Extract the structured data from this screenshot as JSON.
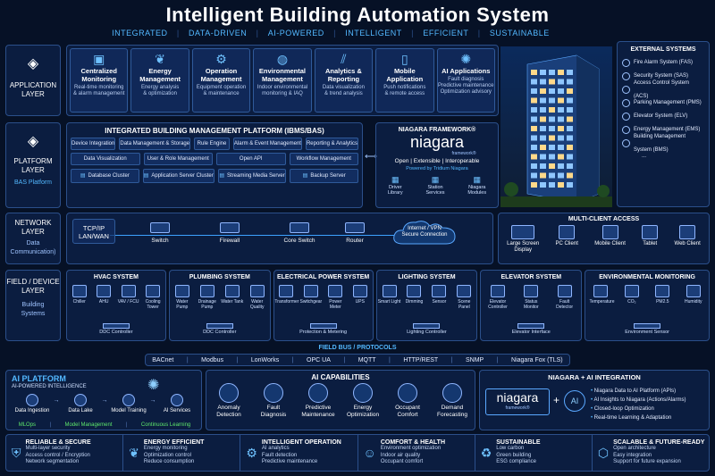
{
  "title": "Intelligent Building Automation System",
  "taglines": [
    "INTEGRATED",
    "DATA-DRIVEN",
    "AI-POWERED",
    "INTELLIGENT",
    "EFFICIENT",
    "SUSTAINABLE"
  ],
  "layers": {
    "application": [
      "APPLICATION",
      "LAYER"
    ],
    "platform": [
      "PLATFORM",
      "LAYER"
    ],
    "platform_sub": "BAS Platform",
    "network": [
      "NETWORK",
      "LAYER"
    ],
    "network_sub": [
      "Data",
      "Communication)"
    ],
    "field": [
      "FIELD / DEVICE",
      "LAYER"
    ],
    "field_sub": [
      "Building",
      "Systems"
    ]
  },
  "applications": [
    {
      "title": [
        "Centralized",
        "Monitoring"
      ],
      "desc": [
        "Real-time monitoring",
        "& alarm management"
      ]
    },
    {
      "title": [
        "Energy",
        "Management"
      ],
      "desc": [
        "Energy analysis",
        "& optimization"
      ]
    },
    {
      "title": [
        "Operation",
        "Management"
      ],
      "desc": [
        "Equipment operation",
        "& maintenance"
      ]
    },
    {
      "title": [
        "Environmental",
        "Management"
      ],
      "desc": [
        "Indoor environmental",
        "monitoring & IAQ"
      ]
    },
    {
      "title": [
        "Analytics &",
        "Reporting"
      ],
      "desc": [
        "Data visualization",
        "& trend analysis"
      ]
    },
    {
      "title": [
        "Mobile",
        "Application"
      ],
      "desc": [
        "Push notifications",
        "& remote access"
      ]
    },
    {
      "title": [
        "AI Applications"
      ],
      "desc": [
        "Fault diagnosis",
        "Predictive maintenance",
        "Optimization advisory"
      ]
    }
  ],
  "ibms": {
    "title": "INTEGRATED BUILDING MANAGEMENT PLATFORM (IBMS/BAS)",
    "row1": [
      "Device Integration",
      "Data Management & Storage",
      "Rule Engine",
      "Alarm & Event Management",
      "Reporting & Analytics"
    ],
    "row2": [
      "Data Visualization",
      "User & Role Management",
      "Open API",
      "Workflow Management"
    ],
    "row3": [
      "Database Cluster",
      "Application Server Cluster",
      "Streaming Media Server",
      "Backup Server"
    ]
  },
  "niagara": {
    "title": "NIAGARA FRAMEWORK®",
    "logo": "niagara",
    "framework": "framework®",
    "tagline": "Open | Extensible | Interoperable",
    "powered": "Powered by Tridium Niagara",
    "items": [
      [
        "Driver",
        "Library"
      ],
      [
        "Station",
        "Services"
      ],
      [
        "Niagara",
        "Modules"
      ]
    ]
  },
  "external": {
    "title": "EXTERNAL SYSTEMS",
    "items": [
      "Fire Alarm System (FAS)",
      "Security System (SAS)",
      "Access Control System (ACS)",
      "Parking Management (PMS)",
      "Elevator System (ELV)",
      "Energy Management (EMS)",
      "Building Management System (BMS)",
      "..."
    ]
  },
  "network": {
    "protocol": [
      "TCP/IP",
      "LAN/WAN"
    ],
    "nodes": [
      "Switch",
      "Firewall",
      "Core Switch",
      "Router"
    ],
    "cloud": [
      "Internet / VPN",
      "Secure Connection"
    ]
  },
  "clients": {
    "title": "MULTI-CLIENT ACCESS",
    "items": [
      [
        "Large Screen",
        "Display"
      ],
      [
        "PC Client"
      ],
      [
        "Mobile Client"
      ],
      [
        "Tablet"
      ],
      [
        "Web Client"
      ]
    ]
  },
  "field_systems": [
    {
      "title": "HVAC SYSTEM",
      "devices": [
        "Chiller",
        "AHU",
        "VAV / FCU",
        "Cooling Tower"
      ],
      "controller": "DDC Controller"
    },
    {
      "title": "PLUMBING SYSTEM",
      "devices": [
        "Water Pump",
        "Drainage Pump",
        "Water Tank",
        "Water Quality"
      ],
      "controller": "DDC Controller"
    },
    {
      "title": "ELECTRICAL POWER SYSTEM",
      "devices": [
        "Transformer",
        "Switchgear",
        "Power Meter",
        "UPS"
      ],
      "controller": "Protection & Metering"
    },
    {
      "title": "LIGHTING SYSTEM",
      "devices": [
        "Smart Light",
        "Dimming",
        "Sensor",
        "Scene Panel"
      ],
      "controller": "Lighting Controller"
    },
    {
      "title": "ELEVATOR SYSTEM",
      "devices": [
        "Elevator Controller",
        "Status Monitor",
        "Fault Detector"
      ],
      "controller": "Elevator Interface"
    },
    {
      "title": "ENVIRONMENTAL MONITORING",
      "devices": [
        "Temperature",
        "CO₂",
        "PM2.5",
        "Humidity"
      ],
      "controller": "Environment Sensor"
    }
  ],
  "fieldbus": {
    "title": "FIELD BUS / PROTOCOLS",
    "protocols": [
      "BACnet",
      "Modbus",
      "LonWorks",
      "OPC UA",
      "MQTT",
      "HTTP/REST",
      "SNMP",
      "Niagara Fox (TLS)"
    ]
  },
  "ai_platform": {
    "title": "AI PLATFORM",
    "subtitle": "AI-POWERED INTELLIGENCE",
    "steps": [
      "Data Ingestion",
      "Data Lake",
      "Model Training",
      "AI Services"
    ],
    "footer": [
      "MLOps",
      "Model Management",
      "Continuous Learning"
    ]
  },
  "ai_capabilities": {
    "title": "AI CAPABILITIES",
    "items": [
      [
        "Anomaly",
        "Detection"
      ],
      [
        "Fault",
        "Diagnosis"
      ],
      [
        "Predictive",
        "Maintenance"
      ],
      [
        "Energy",
        "Optimization"
      ],
      [
        "Occupant",
        "Comfort"
      ],
      [
        "Demand",
        "Forecasting"
      ]
    ]
  },
  "niagara_ai": {
    "title": "NIAGARA + AI INTEGRATION",
    "logo": "niagara",
    "framework": "framework®",
    "plus": "+",
    "ai": "AI",
    "points": [
      "Niagara Data to AI Platform (APIs)",
      "AI Insights to Niagara (Actions/Alarms)",
      "Closed-loop Optimization",
      "Real-time Learning & Adaptation"
    ]
  },
  "benefits": [
    {
      "title": "RELIABLE & SECURE",
      "lines": [
        "Multi-layer security",
        "Access control / Encryption",
        "Network segmentation"
      ]
    },
    {
      "title": "ENERGY EFFICIENT",
      "lines": [
        "Energy monitoring",
        "Optimization control",
        "Reduce consumption"
      ]
    },
    {
      "title": "INTELLIGENT OPERATION",
      "lines": [
        "AI analytics",
        "Fault detection",
        "Predictive maintenance"
      ]
    },
    {
      "title": "COMFORT & HEALTH",
      "lines": [
        "Environment optimization",
        "Indoor air quality",
        "Occupant comfort"
      ]
    },
    {
      "title": "SUSTAINABLE",
      "lines": [
        "Low carbon",
        "Green building",
        "ESG compliance"
      ]
    },
    {
      "title": "SCALABLE & FUTURE-READY",
      "lines": [
        "Open architecture",
        "Easy integration",
        "Support for future expansion"
      ]
    }
  ]
}
